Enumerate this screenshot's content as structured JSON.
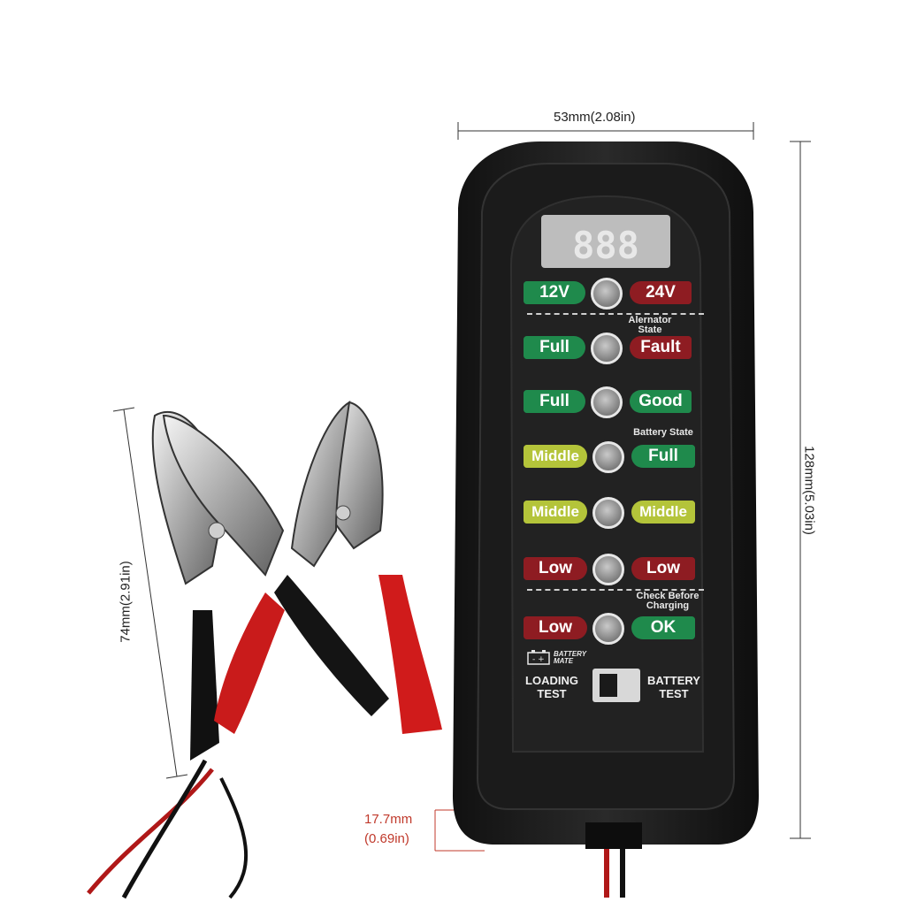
{
  "dimensions": {
    "width": "53mm(2.08in)",
    "height": "128mm(5.03in)",
    "clip_length": "74mm(2.91in)",
    "thickness_mm": "17.7mm",
    "thickness_in": "(0.69in)"
  },
  "tester": {
    "rows": [
      {
        "left": "12V",
        "right": "24V"
      },
      {
        "left": "Full",
        "right": "Fault"
      },
      {
        "left": "Full",
        "right": "Good"
      },
      {
        "left": "Middle",
        "right": "Full"
      },
      {
        "left": "Middle",
        "right": "Middle"
      },
      {
        "left": "Low",
        "right": "Low"
      },
      {
        "left": "Low",
        "right": "OK"
      }
    ],
    "notes": {
      "alternator": "Alernator State",
      "battery_state": "Battery State",
      "check": "Check Before Charging"
    },
    "brand": "BATTERY MATE",
    "switch_left": "LOADING TEST",
    "switch_right": "BATTERY TEST"
  },
  "colors": {
    "green": "#1f8a4c",
    "red": "#8e1c22",
    "lime": "#b4c43a",
    "body": "#1d1d1d"
  }
}
